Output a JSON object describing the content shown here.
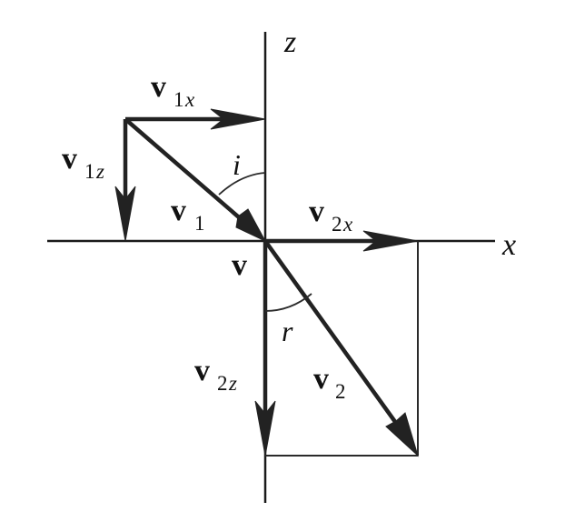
{
  "axes": {
    "x_label": "x",
    "z_label": "z"
  },
  "angles": {
    "incidence": "i",
    "refraction": "r"
  },
  "vectors": {
    "v1": {
      "main": "v",
      "sub": "1"
    },
    "v1x": {
      "main": "v",
      "sub_num": "1",
      "sub_var": "x"
    },
    "v1z": {
      "main": "v",
      "sub_num": "1",
      "sub_var": "z"
    },
    "v2": {
      "main": "v",
      "sub": "2"
    },
    "v2x": {
      "main": "v",
      "sub_num": "2",
      "sub_var": "x"
    },
    "v2z": {
      "main": "v",
      "sub_num": "2",
      "sub_var": "z"
    },
    "v": {
      "main": "v"
    }
  },
  "colors": {
    "ink": "#222222",
    "background": "#ffffff"
  }
}
